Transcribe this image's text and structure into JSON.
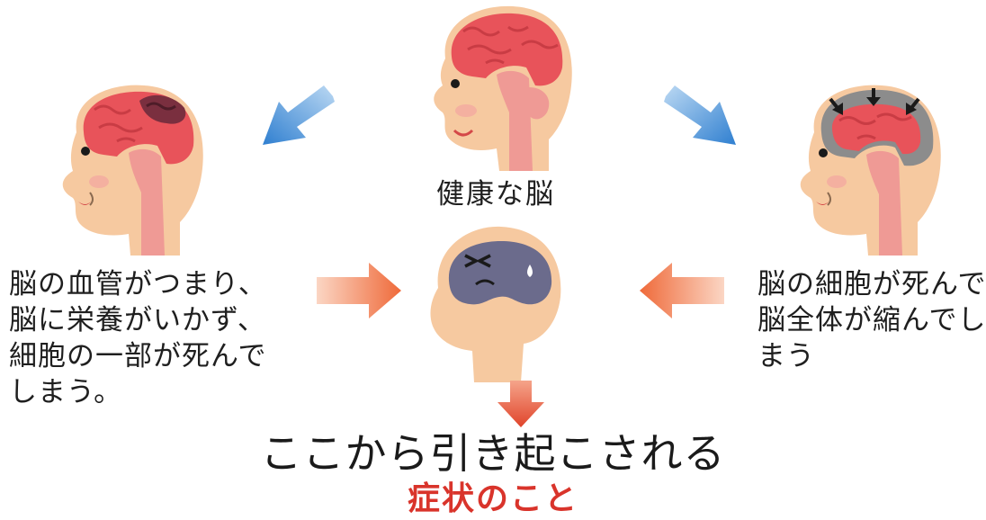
{
  "healthy_brain": {
    "caption": "健康な脳"
  },
  "left_case": {
    "lines": [
      "脳の血管がつまり、",
      "脳に栄養がいかず、",
      "細胞の一部が死んで",
      "しまう。"
    ]
  },
  "right_case": {
    "lines": [
      "脳の細胞が死んで",
      "脳全体が縮んでし",
      "まう"
    ]
  },
  "conclusion": {
    "line1": "ここから引き起こされる",
    "line2": "症状のこと"
  },
  "colors": {
    "skin": "#f6c9a0",
    "brain": "#e8535a",
    "damaged": "#7a2f3f",
    "brainstem": "#ef9a95",
    "shrink_gap": "#8c8c8c",
    "dark_brain": "#6b6b8c",
    "blue_arrow": "#3b8fd6",
    "orange_arrow": "#ef6a3a",
    "red_arrow": "#e0442b",
    "symptom_text": "#d9342b"
  }
}
